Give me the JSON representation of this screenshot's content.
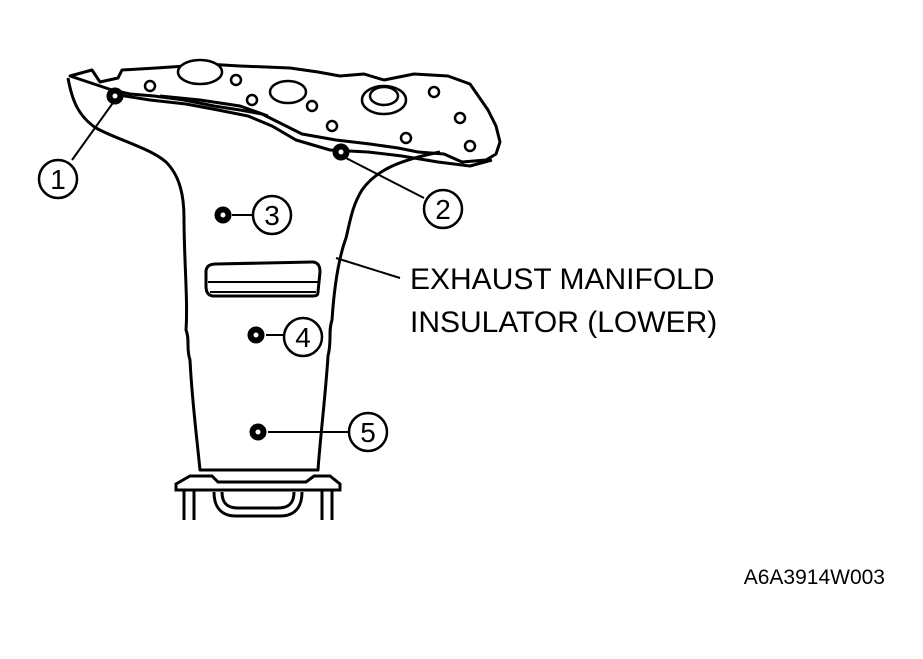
{
  "diagram": {
    "label_line1": "EXHAUST MANIFOLD",
    "label_line2": "INSULATOR (LOWER)",
    "figure_code": "A6A3914W003",
    "callouts": [
      "1",
      "2",
      "3",
      "4",
      "5"
    ]
  }
}
